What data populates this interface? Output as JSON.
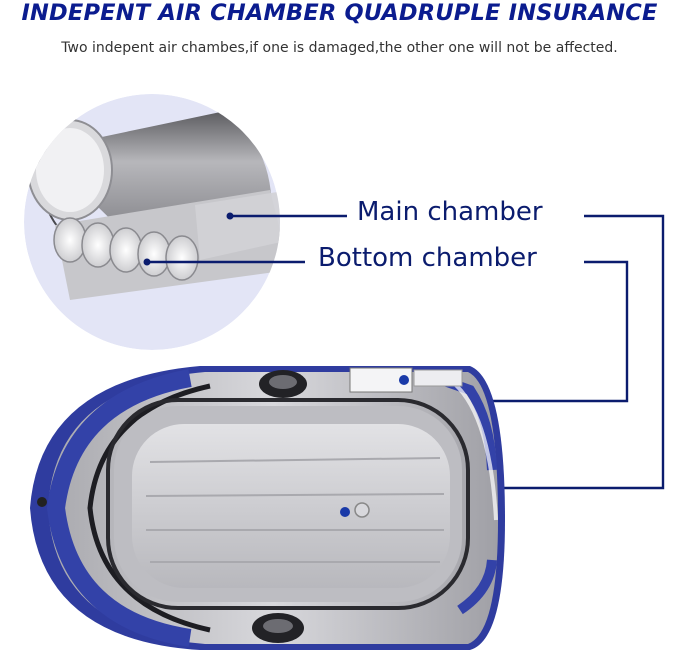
{
  "headline": "INDEPENT AIR CHAMBER QUADRUPLE INSURANCE",
  "subheadline": "Two indepent air chambes,if one is damaged,the other one will not be affected.",
  "callouts": {
    "main_chamber": "Main chamber",
    "bottom_chamber": "Bottom chamber"
  },
  "colors": {
    "headline": "#0b1c8f",
    "callout_line": "#0b1c6e",
    "boat_blue": "#2d3a9e",
    "boat_silver": "#c9c9cc",
    "circle_bg": "#e4e6f6"
  }
}
